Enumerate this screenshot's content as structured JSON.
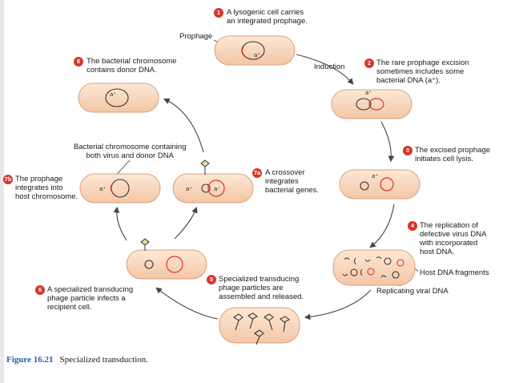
{
  "steps": {
    "s1": {
      "num": "1",
      "text": [
        "A lysogenic cell carries",
        "an integrated prophage."
      ]
    },
    "s2": {
      "num": "2",
      "text": [
        "The rare prophage excision",
        "sometimes includes some",
        "bacterial DNA (a⁺)."
      ]
    },
    "s3": {
      "num": "3",
      "text": [
        "The excised prophage",
        "initiates cell lysis."
      ]
    },
    "s4": {
      "num": "4",
      "text": [
        "The replication of",
        "defective virus DNA",
        "with incorporated",
        "host DNA."
      ]
    },
    "s5": {
      "num": "5",
      "text": [
        "Specialized transducing",
        "phage particles are",
        "assembled and released."
      ]
    },
    "s6": {
      "num": "6",
      "text": [
        "A specialized transducing",
        "phage particle infects a",
        "recipient cell."
      ]
    },
    "s7a": {
      "num": "7a",
      "text": [
        "A crossover",
        "integrates",
        "bacterial genes."
      ]
    },
    "s7b": {
      "num": "7b",
      "text": [
        "The prophage",
        "integrates into",
        "host chromosome."
      ]
    },
    "s8": {
      "num": "8",
      "text": [
        "The bacterial chromosome",
        "contains donor DNA."
      ]
    }
  },
  "labels": {
    "prophage": "Prophage",
    "induction": "Induction",
    "chromosome_both": [
      "Bacterial chromosome containing",
      "both virus and donor DNA"
    ],
    "host_fragments": "Host DNA fragments",
    "replicating": "Replicating viral DNA"
  },
  "gene_marks": {
    "a_plus": "a⁺",
    "a_minus": "a⁻"
  },
  "caption": {
    "figure": "Figure 16.21",
    "title": "Specialized transduction."
  },
  "colors": {
    "cell_fill": "#f9d9bf",
    "cell_stroke": "#d7a27e",
    "prophage_circle": "#d9342b",
    "chromosome": "#333333",
    "step_badge": "#d9342b",
    "figure_number": "#2a5ea8",
    "arrow": "#444444"
  }
}
